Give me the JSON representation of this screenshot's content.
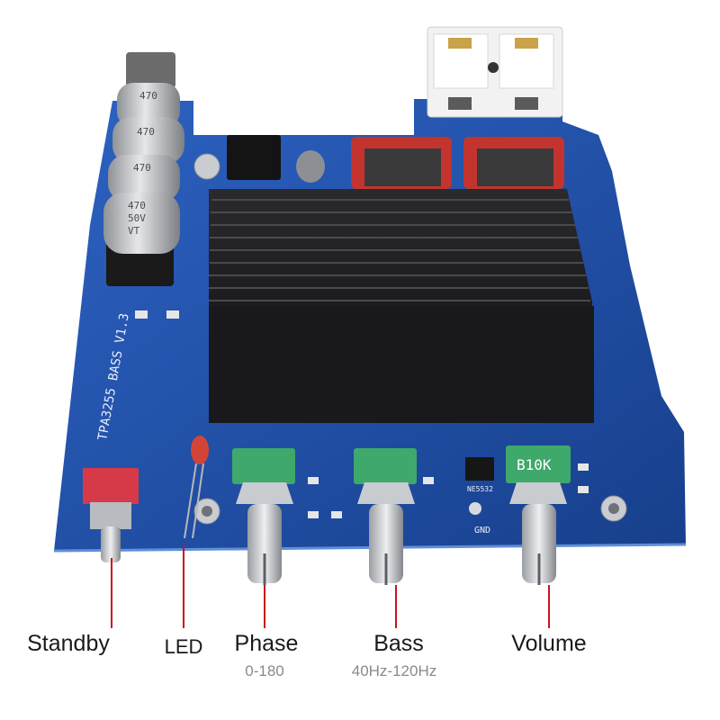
{
  "board": {
    "silkscreen_model": "TPA3255 BASS V1.3",
    "capacitor_label": [
      "470",
      "50V",
      "VT"
    ],
    "pot_marking": "B10K",
    "chip_marking": "NE5532",
    "gnd_marking": "GND"
  },
  "callouts": {
    "standby": "Standby",
    "led": "LED",
    "phase": "Phase",
    "phase_range": "0-180",
    "bass": "Bass",
    "bass_range": "40Hz-120Hz",
    "volume": "Volume"
  },
  "colors": {
    "pcb": "#1f4fa6",
    "heatsink": "#1c1c1e",
    "pot_body": "#3fa86b",
    "callout_line": "#c8141e",
    "led": "#e8432a",
    "switch": "#d63a48"
  }
}
